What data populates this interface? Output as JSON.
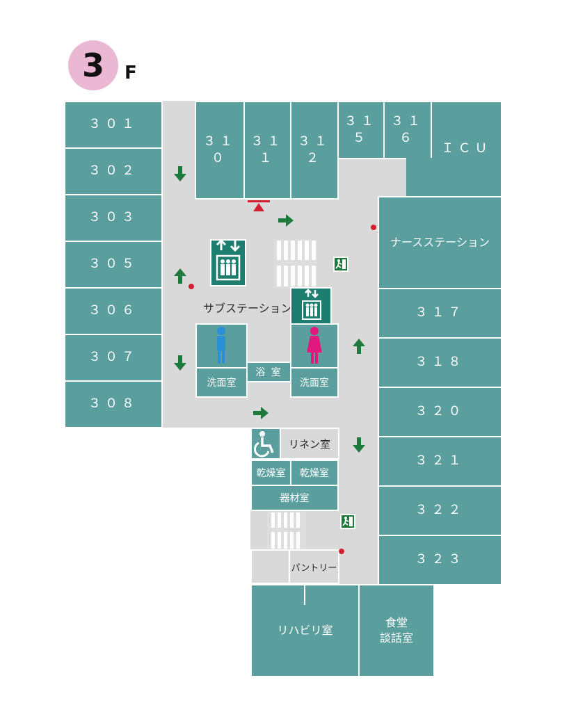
{
  "floor": {
    "number": "3",
    "suffix": "F"
  },
  "rooms": {
    "r301": "３０１",
    "r302": "３０２",
    "r303": "３０３",
    "r305": "３０５",
    "r306": "３０６",
    "r307": "３０７",
    "r308": "３０８",
    "r310": "３１０",
    "r311": "３１１",
    "r312": "３１２",
    "r315": "３１５",
    "r316": "３１６",
    "icu": "ＩＣＵ",
    "nurse_station": "ナースステーション",
    "r317": "３１７",
    "r318": "３１８",
    "r320": "３２０",
    "r321": "３２１",
    "r322": "３２２",
    "r323": "３２３",
    "rehab": "リハビリ室",
    "dining_line1": "食堂",
    "dining_line2": "談話室"
  },
  "service": {
    "sub_station": "サブステーション",
    "washroom_left": "洗面室",
    "washroom_right": "洗面室",
    "bath": "浴 室",
    "linen": "リネン室",
    "dryer_left": "乾燥室",
    "dryer_right": "乾燥室",
    "equipment": "器材室",
    "pantry": "パントリー"
  },
  "icons": {
    "elevator": "elevator-icon",
    "exit": "emergency-exit-icon",
    "male_restroom": "male-restroom-icon",
    "female_restroom": "female-restroom-icon",
    "accessible": "wheelchair-icon",
    "stairs": "stairs-icon",
    "fire_shutter": "fire-shutter-icon",
    "fire_extinguisher": "fire-extinguisher-dot",
    "evacuation_arrow": "evacuation-arrow-icon"
  },
  "colors": {
    "room": "#5a9e9e",
    "corridor": "#d9d9d9",
    "floor_badge": "#eab8d3",
    "arrow": "#1e7a3c",
    "male": "#2a8fd6",
    "female": "#e0197f",
    "alert": "#d22030",
    "elevator": "#1d7d6e"
  }
}
